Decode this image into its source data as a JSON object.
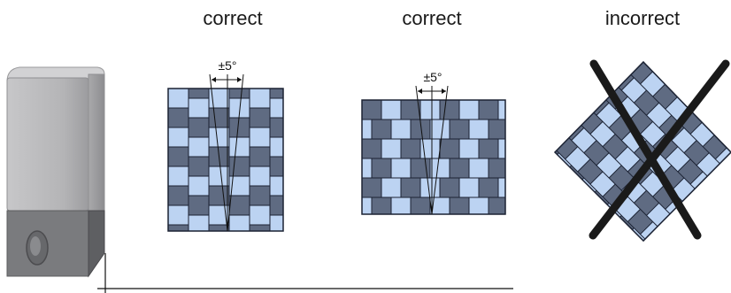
{
  "labels": {
    "correct_1": "correct",
    "correct_2": "correct",
    "incorrect": "incorrect"
  },
  "angles": {
    "tolerance_1": "±5°",
    "tolerance_2": "±5°"
  },
  "colors": {
    "tile_dark": "#5f6b82",
    "tile_light": "#bcd3f2",
    "grout": "#1b2233",
    "device_body": "#b7b7b9",
    "device_dark": "#77787b",
    "line": "#111111",
    "cross": "#1a1a1a"
  },
  "icons": {
    "device": "wall-mounted-device-icon",
    "cross": "x-mark-icon"
  }
}
